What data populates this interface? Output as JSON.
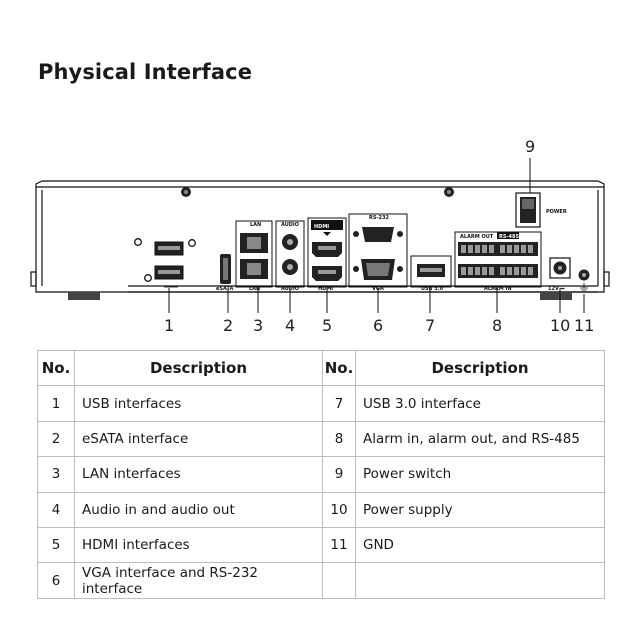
{
  "title": "Physical Interface",
  "panel": {
    "callouts": [
      "1",
      "2",
      "3",
      "4",
      "5",
      "6",
      "7",
      "8",
      "9",
      "10",
      "11"
    ],
    "labels": {
      "power": "POWER",
      "esata": "eSATA",
      "lan_top": "LAN",
      "lan_bottom": "LAN",
      "audio_top": "AUDIO",
      "audio_bottom": "AUDIO",
      "hdmi_logo": "HDMI",
      "hdmi_bottom": "HDMI",
      "rs232": "RS-232",
      "vga": "VGA",
      "usb3": "USB 3.0",
      "alarm_out": "ALARM OUT",
      "rs485": "RS-485",
      "alarm_in": "ALARM IN",
      "dc": "12V ⎓"
    }
  },
  "table": {
    "headers": [
      "No.",
      "Description",
      "No.",
      "Description"
    ],
    "rows": [
      {
        "no_left": "1",
        "desc_left": "USB interfaces",
        "no_right": "7",
        "desc_right": "USB 3.0 interface"
      },
      {
        "no_left": "2",
        "desc_left": "eSATA interface",
        "no_right": "8",
        "desc_right": "Alarm in, alarm out, and RS-485"
      },
      {
        "no_left": "3",
        "desc_left": "LAN interfaces",
        "no_right": "9",
        "desc_right": "Power switch"
      },
      {
        "no_left": "4",
        "desc_left": "Audio in and audio out",
        "no_right": "10",
        "desc_right": "Power supply"
      },
      {
        "no_left": "5",
        "desc_left": "HDMI interfaces",
        "no_right": "11",
        "desc_right": "GND"
      },
      {
        "no_left": "6",
        "desc_left": "VGA interface and RS-232 interface",
        "no_right": "",
        "desc_right": ""
      }
    ]
  }
}
